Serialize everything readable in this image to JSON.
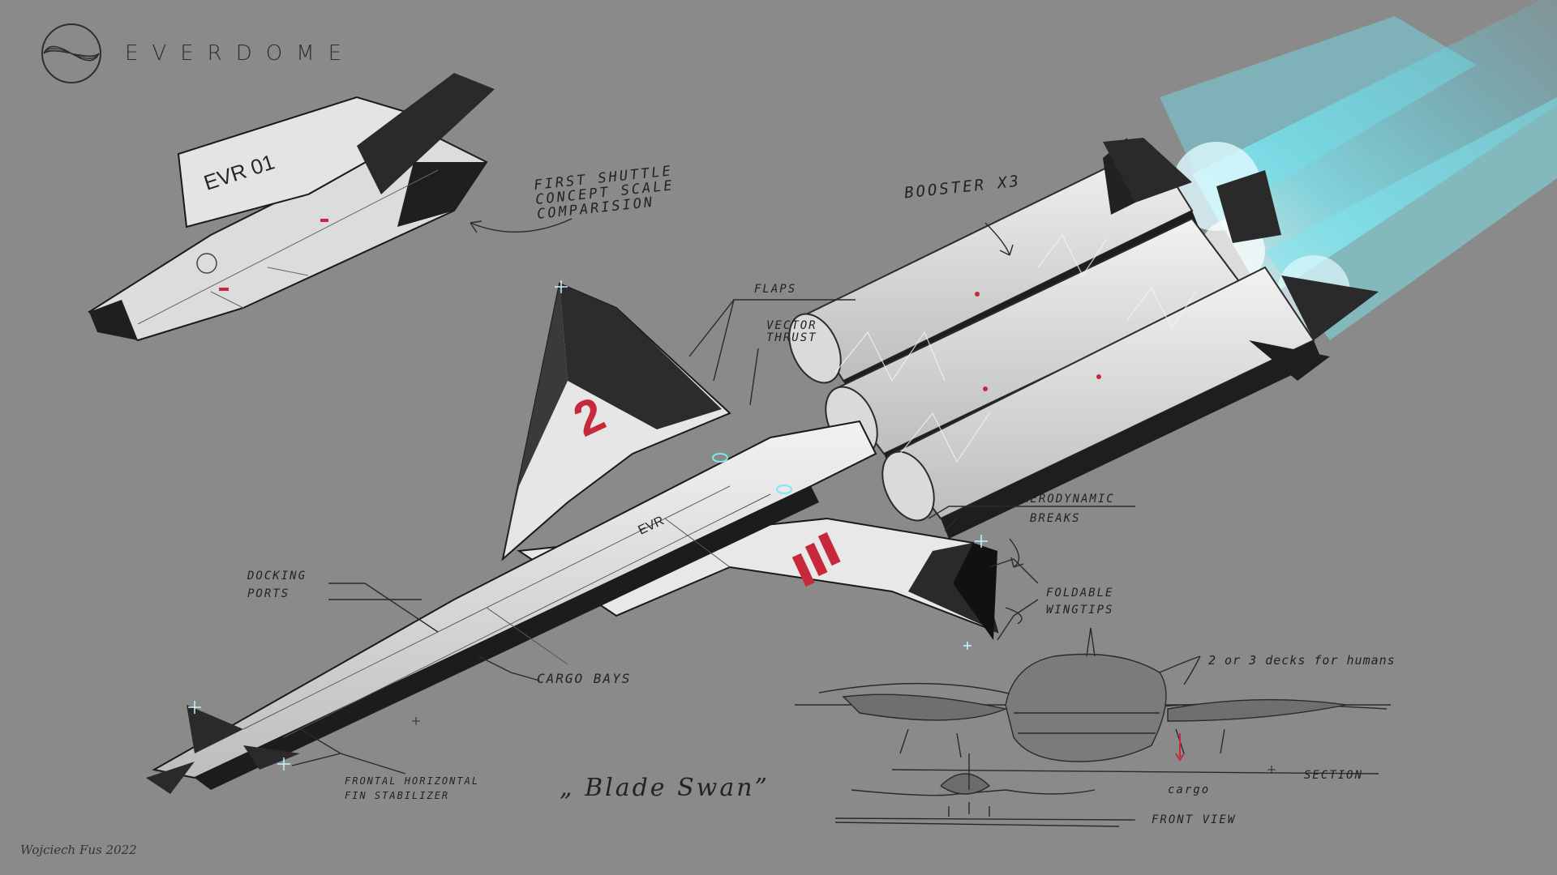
{
  "brand": {
    "name": "EVERDOME",
    "logo_icon": "everdome-globe-icon"
  },
  "shuttle": {
    "code": "EVR 01"
  },
  "ship": {
    "code": "EVR",
    "tail_number": "2",
    "wing_marking": "III"
  },
  "annotations": {
    "first_shuttle": [
      "FIRST SHUTTLE",
      "CONCEPT  SCALE",
      "COMPARISION"
    ],
    "booster": "BOOSTER x3",
    "flaps": "FLAPS",
    "vector_thrust": [
      "VECTOR",
      "THRUST"
    ],
    "aerodynamic_breaks": [
      "AERODYNAMIC",
      "BREAKS"
    ],
    "foldable_wingtips": [
      "FOLDABLE",
      "WINGTIPS"
    ],
    "docking_ports": [
      "DOCKING",
      "PORTS"
    ],
    "cargo_bays": "CARGO BAYS",
    "frontal_stabilizer": [
      "FRONTAL HORIZONTAL",
      "FIN STABILIZER"
    ],
    "decks": "2 or 3 decks for humans",
    "section": "SECTION",
    "cargo": "cargo",
    "front_view": "FRONT VIEW"
  },
  "title": "„ Blade Swan”",
  "signature": "Wojciech Fus 2022",
  "colors": {
    "background": "#8a8a8a",
    "accent_red": "#c8283c",
    "thruster_cyan": "#6fe3ef"
  }
}
